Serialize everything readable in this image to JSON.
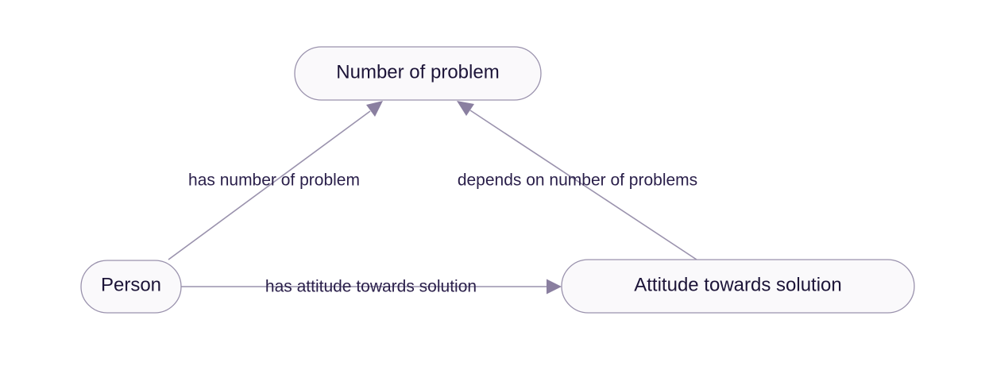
{
  "colors": {
    "node_fill": "#faf9fb",
    "node_border": "#9a92ad",
    "edge": "#9a92ad",
    "arrowhead": "#8a7fa0",
    "text": "#1c1438"
  },
  "nodes": {
    "number_of_problem": "Number of problem",
    "person": "Person",
    "attitude": "Attitude towards solution"
  },
  "edges": {
    "person_to_number": "has number of problem",
    "attitude_to_number": "depends on number of problems",
    "person_to_attitude": "has attitude towards solution"
  }
}
